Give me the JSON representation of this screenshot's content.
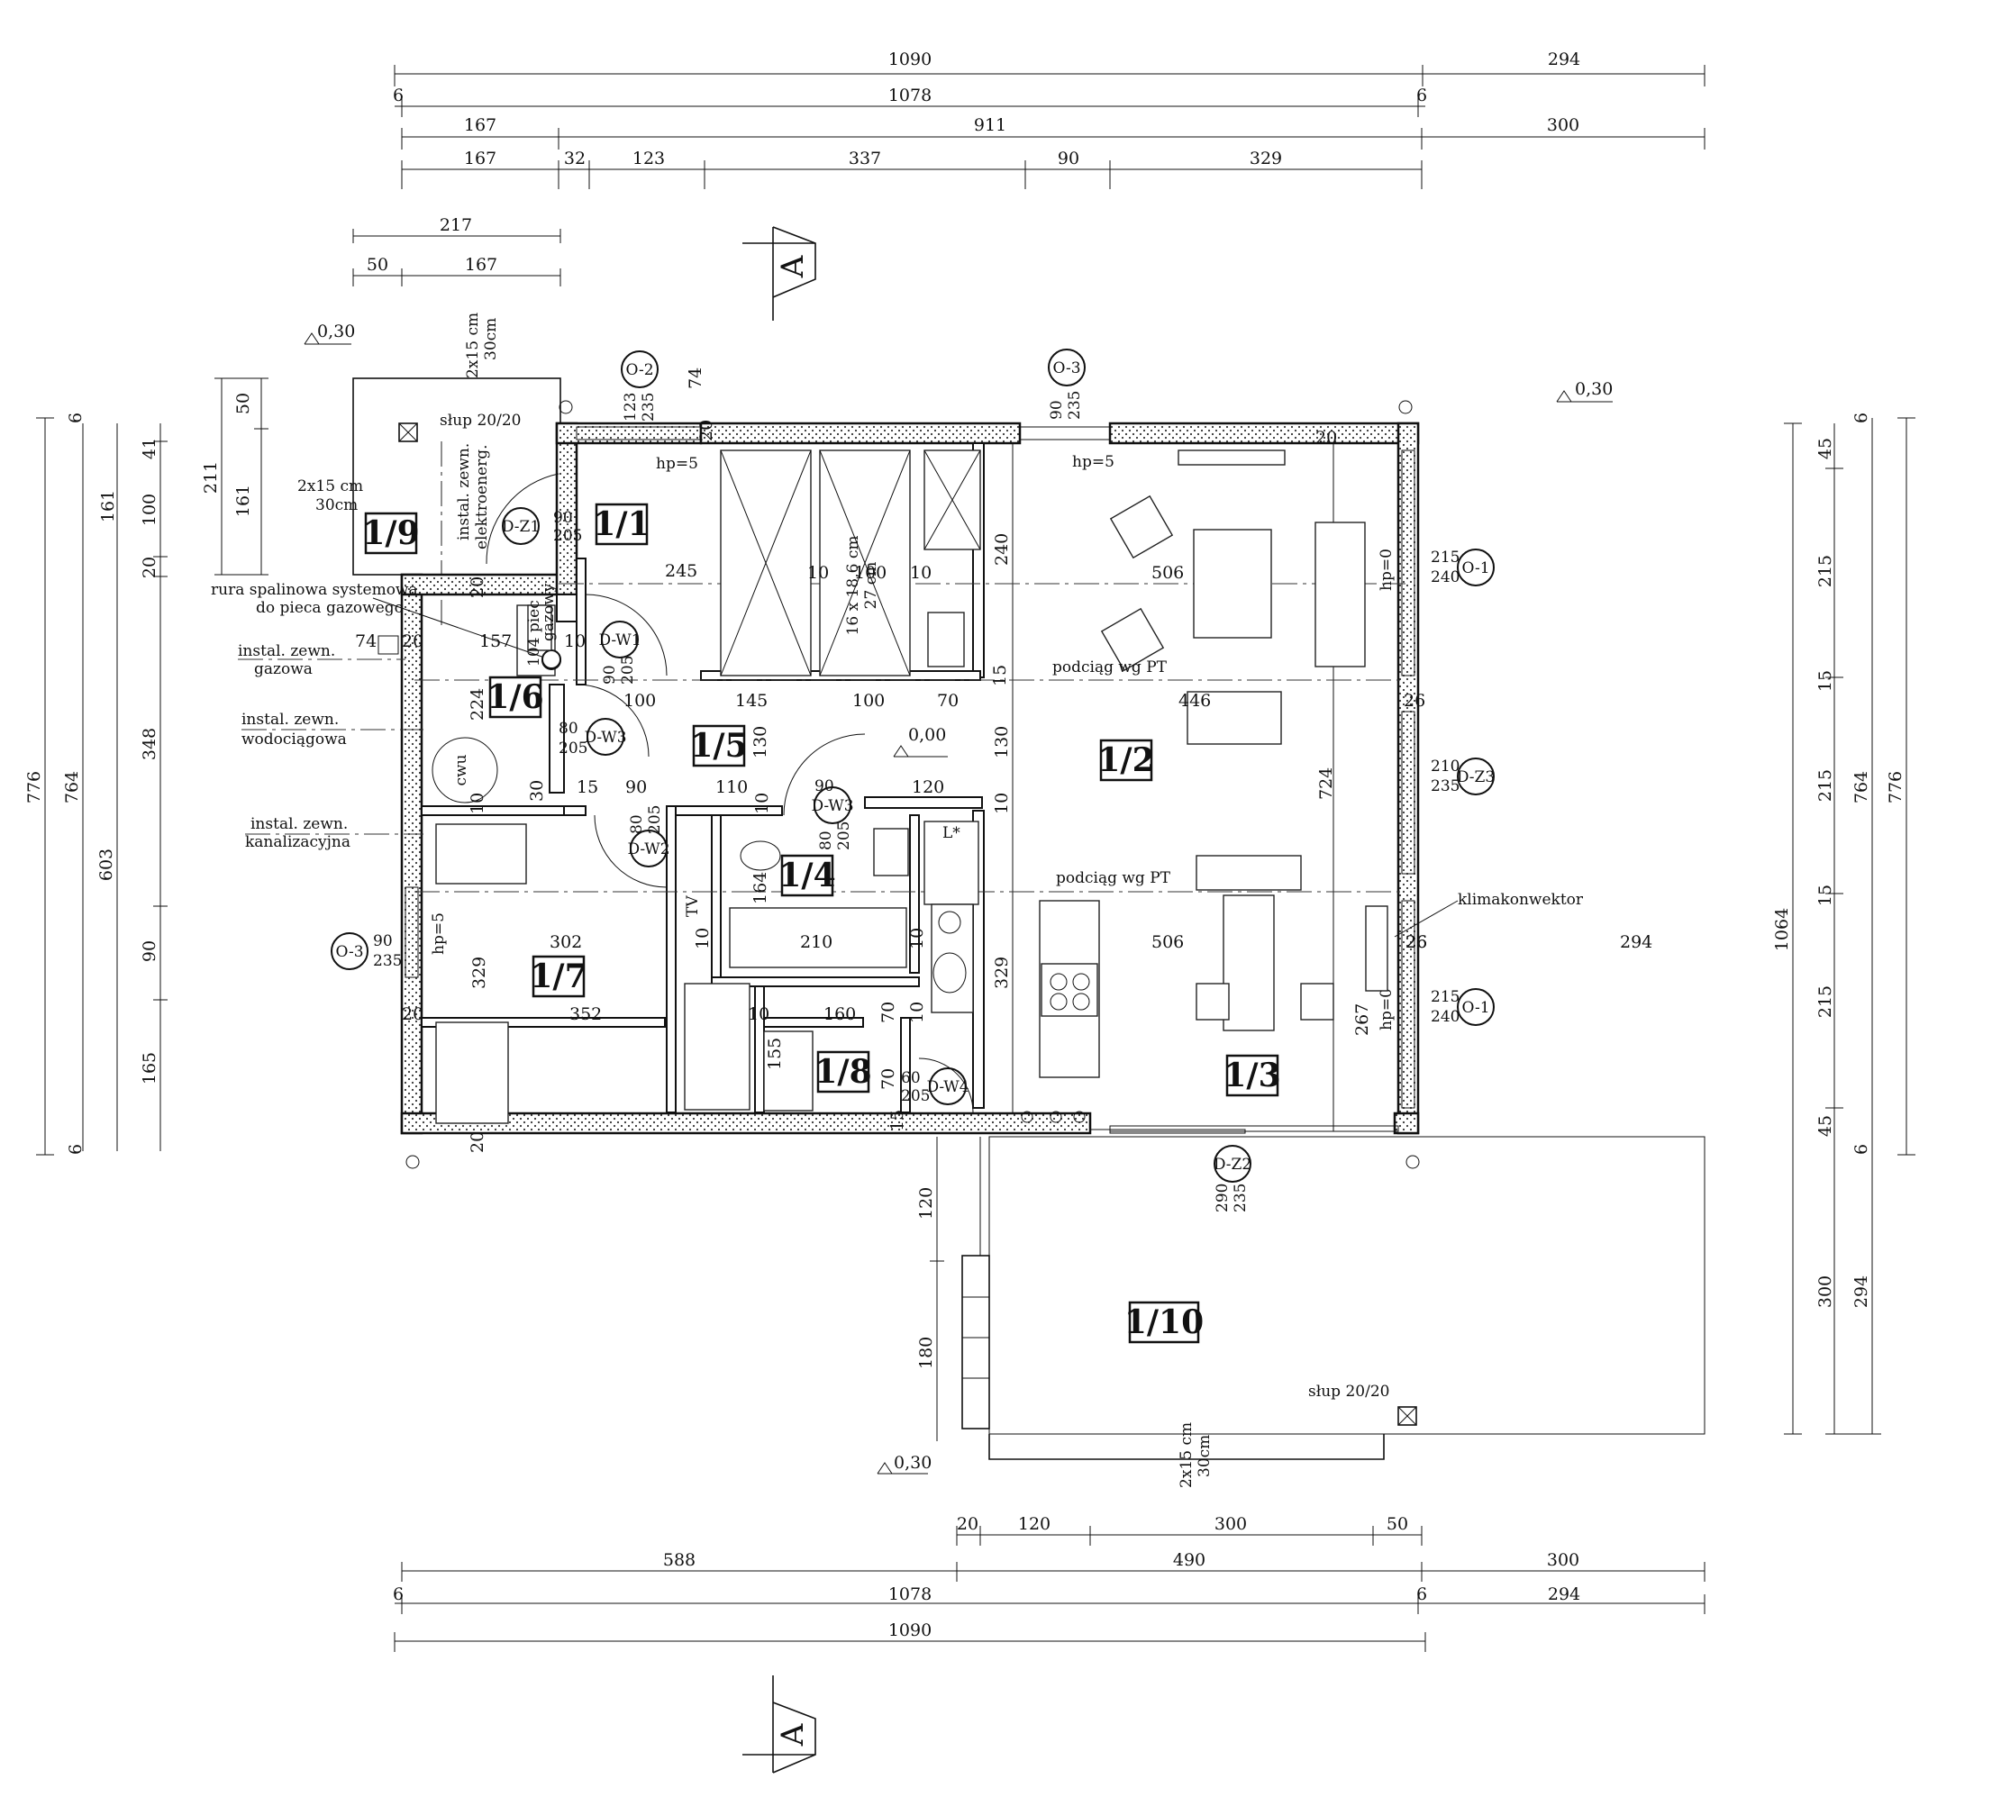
{
  "dims_top": {
    "r1": [
      "1090",
      "294"
    ],
    "r2": [
      "6",
      "1078",
      "6"
    ],
    "r3": [
      "167",
      "911",
      "300"
    ],
    "r4": [
      "167",
      "32",
      "123",
      "337",
      "90",
      "329"
    ],
    "balcony": [
      "217",
      "50",
      "167"
    ]
  },
  "dims_bottom": {
    "r1": [
      "20",
      "120",
      "300",
      "50"
    ],
    "r2": [
      "588",
      "490",
      "300"
    ],
    "r3": [
      "6",
      "1078",
      "6",
      "294"
    ],
    "r4": [
      "1090"
    ]
  },
  "dims_left": {
    "outer": [
      "776",
      "764"
    ],
    "chain": [
      "6",
      "603",
      "6"
    ],
    "detail": [
      "161",
      "41",
      "100",
      "20",
      "348",
      "90",
      "165"
    ],
    "balcony": [
      "50",
      "211",
      "161"
    ]
  },
  "dims_right": {
    "chain": [
      "45",
      "215",
      "15",
      "215",
      "15",
      "215",
      "45"
    ],
    "chain_small": [
      "6",
      "6"
    ],
    "totals": [
      "764",
      "776",
      "1064",
      "300",
      "294"
    ]
  },
  "rooms": [
    "1/1",
    "1/2",
    "1/3",
    "1/4",
    "1/5",
    "1/6",
    "1/7",
    "1/8",
    "1/9",
    "1/10"
  ],
  "tags": {
    "o2": "O-2",
    "o3_top": "O-3",
    "o3_left": "O-3",
    "o1_top": "O-1",
    "o1_bottom": "O-1",
    "dz1": "D-Z1",
    "dz2": "D-Z2",
    "dz3": "D-Z3",
    "dw1": "D-W1",
    "dw2": "D-W2",
    "dw3a": "D-W3",
    "dw3b": "D-W3",
    "dw4": "D-W4"
  },
  "section": {
    "marker": "A"
  },
  "levels": [
    "0,30",
    "0,30",
    "0,30",
    "0,00"
  ],
  "labels": {
    "slup_top": "słup 20/20",
    "slup_bottom": "słup 20/20",
    "stair_step_a": "2x15 cm",
    "stair_step_b": "30cm",
    "rura1": "rura spalinowa systemowa",
    "rura2": "do pieca gazowego",
    "gaz1": "instal. zewn.",
    "gaz2": "gazowa",
    "woda1": "instal. zewn.",
    "woda2": "wodociągowa",
    "kan1": "instal. zewn.",
    "kan2": "kanalizacyjna",
    "elektro1": "instal. zewn.",
    "elektro2": "elektroenerg.",
    "piec1": "104 piec",
    "piec2": "gazowy",
    "cwu": "cwu",
    "podciag1": "podciąg wg PT",
    "podciag2": "podciąg wg PT",
    "klima": "klimakonwektor",
    "stairs1": "16 x 18,6 cm",
    "stairs2": "27 cm",
    "hp_o2": "hp=5",
    "hp_o3": "hp=5",
    "hp_o3left": "hp=5",
    "hp_o1a": "hp=0",
    "hp_o1b": "hp=0",
    "tv": "TV",
    "lodowka": "L*"
  },
  "openings": {
    "o2": [
      "123",
      "235"
    ],
    "o3_top": [
      "90",
      "235"
    ],
    "o1_top": [
      "215",
      "240"
    ],
    "o1_bottom": [
      "215",
      "240"
    ],
    "dz3": [
      "210",
      "235"
    ],
    "o3_left": [
      "90",
      "235"
    ],
    "dz1": [
      "90",
      "205"
    ],
    "dz2": [
      "290",
      "235"
    ],
    "dw1": [
      "90",
      "205"
    ],
    "dw3a": [
      "80",
      "205"
    ],
    "dw3b": [
      "90",
      "80",
      "205"
    ],
    "dw2": [
      "80",
      "205"
    ],
    "dw4": [
      "60",
      "205"
    ]
  },
  "interior_dims": [
    "74",
    "245",
    "240",
    "10",
    "100",
    "10",
    "506",
    "74",
    "20",
    "157",
    "10",
    "224",
    "100",
    "145",
    "100",
    "70",
    "446",
    "15",
    "26",
    "130",
    "130",
    "724",
    "90",
    "110",
    "120",
    "15",
    "30",
    "10",
    "10",
    "10",
    "302",
    "210",
    "10",
    "10",
    "506",
    "26",
    "294",
    "329",
    "164",
    "329",
    "20",
    "352",
    "10",
    "160",
    "70",
    "155",
    "70",
    "10",
    "267",
    "20",
    "20",
    "20",
    "15",
    "20",
    "26",
    "120",
    "180"
  ]
}
